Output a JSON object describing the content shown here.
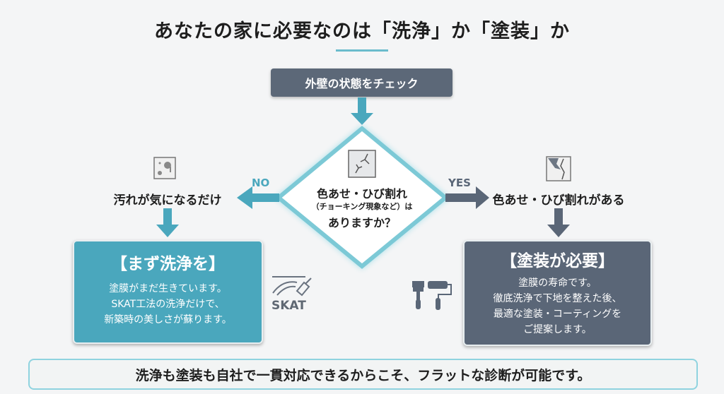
{
  "title": "あなたの家に必要なのは「洗浄」か「塗装」か",
  "start": "外壁の状態をチェック",
  "decision": {
    "line1": "色あせ・ひび割れ",
    "line2": "（チョーキング現象など）は",
    "line3": "ありますか？"
  },
  "no_branch": {
    "label": "NO",
    "condition": "汚れが気になるだけ",
    "result_title": "【まず洗浄を】",
    "result_lines": [
      "塗膜がまだ生きています。",
      "SKAT工法の洗浄だけで、",
      "新築時の美しさが蘇ります。"
    ],
    "logo_text": "SKAT"
  },
  "yes_branch": {
    "label": "YES",
    "condition": "色あせ・ひび割れがある",
    "result_title": "【塗装が必要】",
    "result_lines": [
      "塗膜の寿命です。",
      "徹底洗浄で下地を整えた後、",
      "最適な塗装・コーティングを",
      "ご提案します。"
    ]
  },
  "footer": "洗浄も塗装も自社で一貫対応できるからこそ、フラットな診断が可能です。",
  "colors": {
    "teal": "#4aa7bd",
    "slate": "#5a6677"
  }
}
